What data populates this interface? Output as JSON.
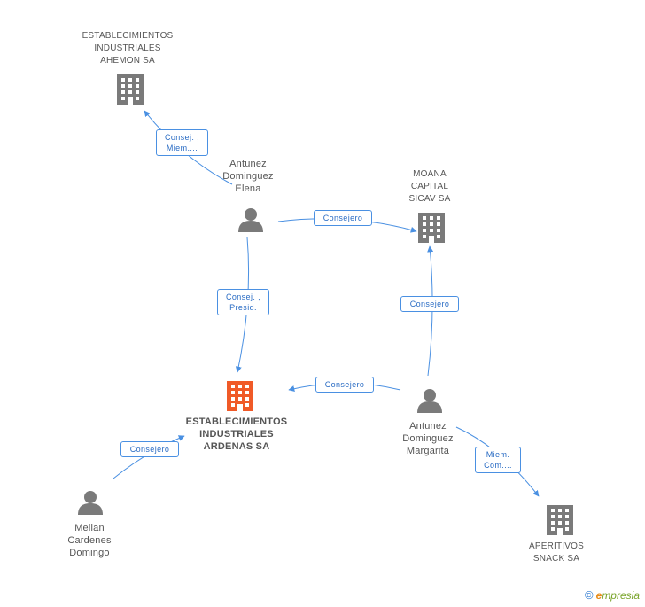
{
  "colors": {
    "edge": "#4a90e2",
    "node_icon": "#7a7a7a",
    "main_icon": "#f05a28"
  },
  "nodes": {
    "ahemon": {
      "lines": [
        "ESTABLECIMIENTOS",
        "INDUSTRIALES",
        "AHEMON SA"
      ],
      "kind": "company",
      "icon": "building-icon"
    },
    "moana": {
      "lines": [
        "MOANA",
        "CAPITAL",
        "SICAV SA"
      ],
      "kind": "company",
      "icon": "building-icon"
    },
    "ardenas": {
      "lines": [
        "ESTABLECIMIENTOS",
        "INDUSTRIALES",
        "ARDENAS SA"
      ],
      "kind": "main",
      "icon": "building-icon"
    },
    "aperitivos": {
      "lines": [
        "APERITIVOS",
        "SNACK SA"
      ],
      "kind": "company",
      "icon": "building-icon"
    },
    "elena": {
      "lines": [
        "Antunez",
        "Dominguez",
        "Elena"
      ],
      "kind": "person",
      "icon": "person-icon"
    },
    "margarita": {
      "lines": [
        "Antunez",
        "Dominguez",
        "Margarita"
      ],
      "kind": "person",
      "icon": "person-icon"
    },
    "melian": {
      "lines": [
        "Melian",
        "Cardenes",
        "Domingo"
      ],
      "kind": "person",
      "icon": "person-icon"
    }
  },
  "edges": {
    "elena_ahemon": {
      "lines": [
        "Consej. ,",
        "Miem...."
      ]
    },
    "elena_moana": {
      "lines": [
        "Consejero"
      ]
    },
    "elena_ardenas": {
      "lines": [
        "Consej. ,",
        "Presid."
      ]
    },
    "margarita_ardenas": {
      "lines": [
        "Consejero"
      ]
    },
    "margarita_moana": {
      "lines": [
        "Consejero"
      ]
    },
    "margarita_aperitivos": {
      "lines": [
        "Miem.",
        "Com...."
      ]
    },
    "melian_ardenas": {
      "lines": [
        "Consejero"
      ]
    }
  },
  "footer": {
    "copyright": "©",
    "brand_initial": "e",
    "brand_rest": "mpresia"
  }
}
